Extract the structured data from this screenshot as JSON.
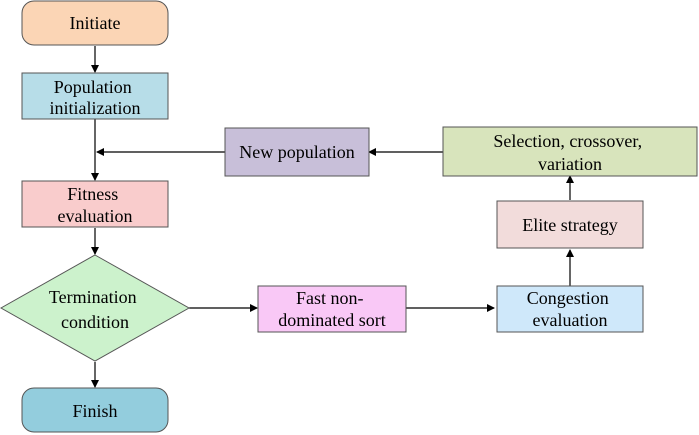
{
  "nodes": {
    "initiate": {
      "lines": [
        "Initiate"
      ],
      "fill": "#fbd5b5"
    },
    "population_init": {
      "lines": [
        "Population",
        "initialization"
      ],
      "fill": "#b7dde8"
    },
    "fitness": {
      "lines": [
        "Fitness",
        "evaluation"
      ],
      "fill": "#f9cccc"
    },
    "termination": {
      "lines": [
        "Termination",
        "condition"
      ],
      "fill": "#ccf2cc"
    },
    "finish": {
      "lines": [
        "Finish"
      ],
      "fill": "#93cddd"
    },
    "new_population": {
      "lines": [
        "New population"
      ],
      "fill": "#c8bfd9"
    },
    "selection": {
      "lines": [
        "Selection, crossover,",
        "variation"
      ],
      "fill": "#d8e4bc"
    },
    "elite": {
      "lines": [
        "Elite strategy"
      ],
      "fill": "#f2dcdb"
    },
    "fast_sort": {
      "lines": [
        "Fast non-",
        "dominated sort"
      ],
      "fill": "#f9c8f6"
    },
    "congestion": {
      "lines": [
        "Congestion",
        "evaluation"
      ],
      "fill": "#cfe8fa"
    }
  }
}
